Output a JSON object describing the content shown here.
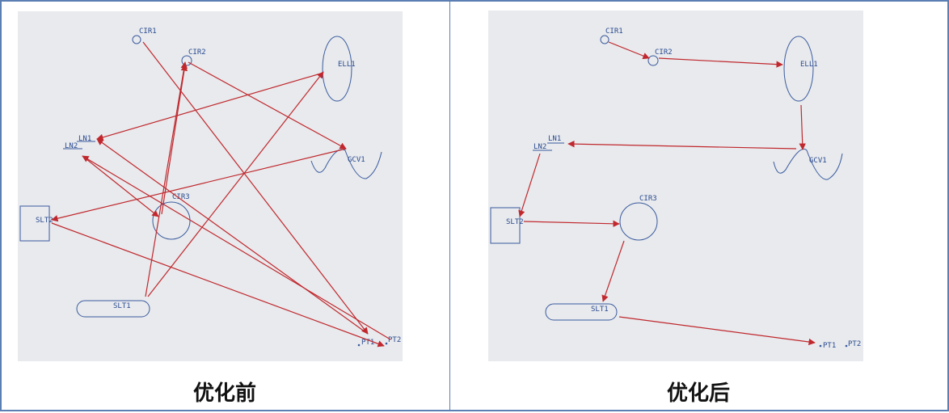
{
  "colors": {
    "panel_bg": "#e8eaed",
    "shape": "#3a5a9e",
    "arrow": "#c0282e",
    "border": "#5b7fb3",
    "label": "#2a4a90"
  },
  "panels": [
    {
      "id": "before",
      "caption": "优化前",
      "nodes": {
        "CIR1": "CIR1",
        "CIR2": "CIR2",
        "ELL1": "ELL1",
        "LN1": "LN1",
        "LN2": "LN2",
        "GCV1": "GCV1",
        "CIR3": "CIR3",
        "SLT2": "SLT2",
        "SLT1": "SLT1",
        "PT1": "PT1",
        "PT2": "PT2"
      },
      "path_order": [
        "CIR1",
        "PT1",
        "LN1",
        "ELL1",
        "SLT1",
        "CIR2",
        "GCV1",
        "SLT2",
        "PT2",
        "LN2",
        "CIR3"
      ]
    },
    {
      "id": "after",
      "caption": "优化后",
      "nodes": {
        "CIR1": "CIR1",
        "CIR2": "CIR2",
        "ELL1": "ELL1",
        "LN1": "LN1",
        "LN2": "LN2",
        "GCV1": "GCV1",
        "CIR3": "CIR3",
        "SLT2": "SLT2",
        "SLT1": "SLT1",
        "PT1": "PT1",
        "PT2": "PT2"
      },
      "path_order": [
        "CIR1",
        "CIR2",
        "ELL1",
        "GCV1",
        "LN1",
        "LN2",
        "SLT2",
        "CIR3",
        "SLT1",
        "PT1"
      ]
    }
  ]
}
